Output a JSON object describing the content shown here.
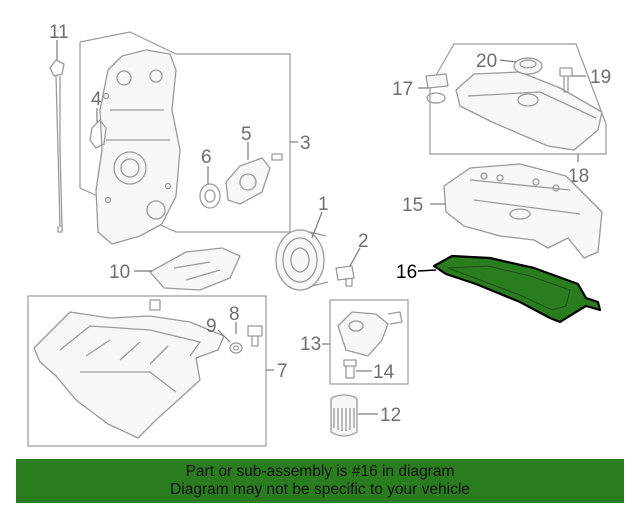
{
  "highlight": {
    "part": "16",
    "color": "#2a7d1e"
  },
  "labels": {
    "p1": "1",
    "p2": "2",
    "p3": "3",
    "p4": "4",
    "p5": "5",
    "p6": "6",
    "p7": "7",
    "p8": "8",
    "p9": "9",
    "p10": "10",
    "p11": "11",
    "p12": "12",
    "p13": "13",
    "p14": "14",
    "p15": "15",
    "p16": "16",
    "p17": "17",
    "p18": "18",
    "p19": "19",
    "p20": "20"
  },
  "banner": {
    "line1": "Part or sub-assembly is #16 in diagram",
    "line2": "Diagram may not be specific to your vehicle",
    "color": "#2a7d1e"
  }
}
